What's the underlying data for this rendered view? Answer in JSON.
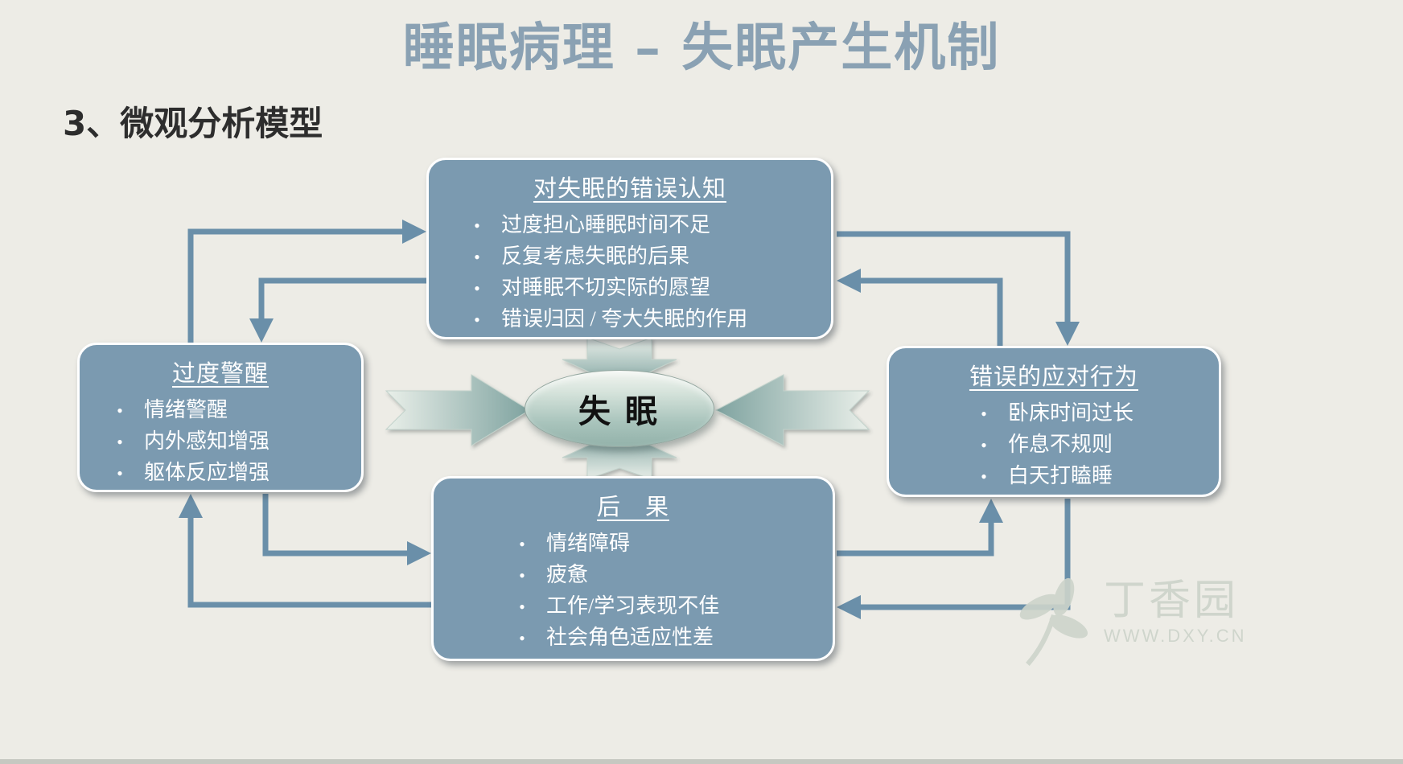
{
  "slide": {
    "title": "睡眠病理 – 失眠产生机制",
    "subtitle": "3、微观分析模型"
  },
  "center": {
    "label": "失 眠"
  },
  "boxes": {
    "cognition": {
      "title": "对失眠的错误认知",
      "items": [
        "过度担心睡眠时间不足",
        "反复考虑失眠的后果",
        "对睡眠不切实际的愿望",
        "错误归因 / 夸大失眠的作用"
      ]
    },
    "arousal": {
      "title": "过度警醒",
      "items": [
        "情绪警醒",
        "内外感知增强",
        "躯体反应增强"
      ]
    },
    "behavior": {
      "title": "错误的应对行为",
      "items": [
        "卧床时间过长",
        "作息不规则",
        "白天打瞌睡"
      ]
    },
    "consequence": {
      "title": "后　果",
      "items": [
        "情绪障碍",
        "疲惫",
        "工作/学习表现不佳",
        "社会角色适应性差"
      ]
    }
  },
  "edges": [
    {
      "from": "arousal",
      "to": "cognition"
    },
    {
      "from": "cognition",
      "to": "arousal"
    },
    {
      "from": "cognition",
      "to": "behavior"
    },
    {
      "from": "behavior",
      "to": "cognition"
    },
    {
      "from": "arousal",
      "to": "consequence"
    },
    {
      "from": "consequence",
      "to": "arousal"
    },
    {
      "from": "consequence",
      "to": "behavior"
    },
    {
      "from": "behavior",
      "to": "consequence"
    },
    {
      "from": "cognition",
      "to": "insomnia"
    },
    {
      "from": "arousal",
      "to": "insomnia"
    },
    {
      "from": "behavior",
      "to": "insomnia"
    },
    {
      "from": "consequence",
      "to": "insomnia"
    }
  ],
  "watermark": {
    "brand": "丁香园",
    "site": "WWW.DXY.CN"
  },
  "colors": {
    "background": "#edece6",
    "box_fill": "#7b9ab0",
    "box_border": "#ffffff",
    "connector": "#6a8fa9",
    "block_arrow_light": "#e9efe9",
    "block_arrow_dark": "#7fa3a0",
    "title_text": "#8aa1b3",
    "subtitle_text": "#2d2d2d",
    "watermark_text": "#ccd3ca"
  }
}
